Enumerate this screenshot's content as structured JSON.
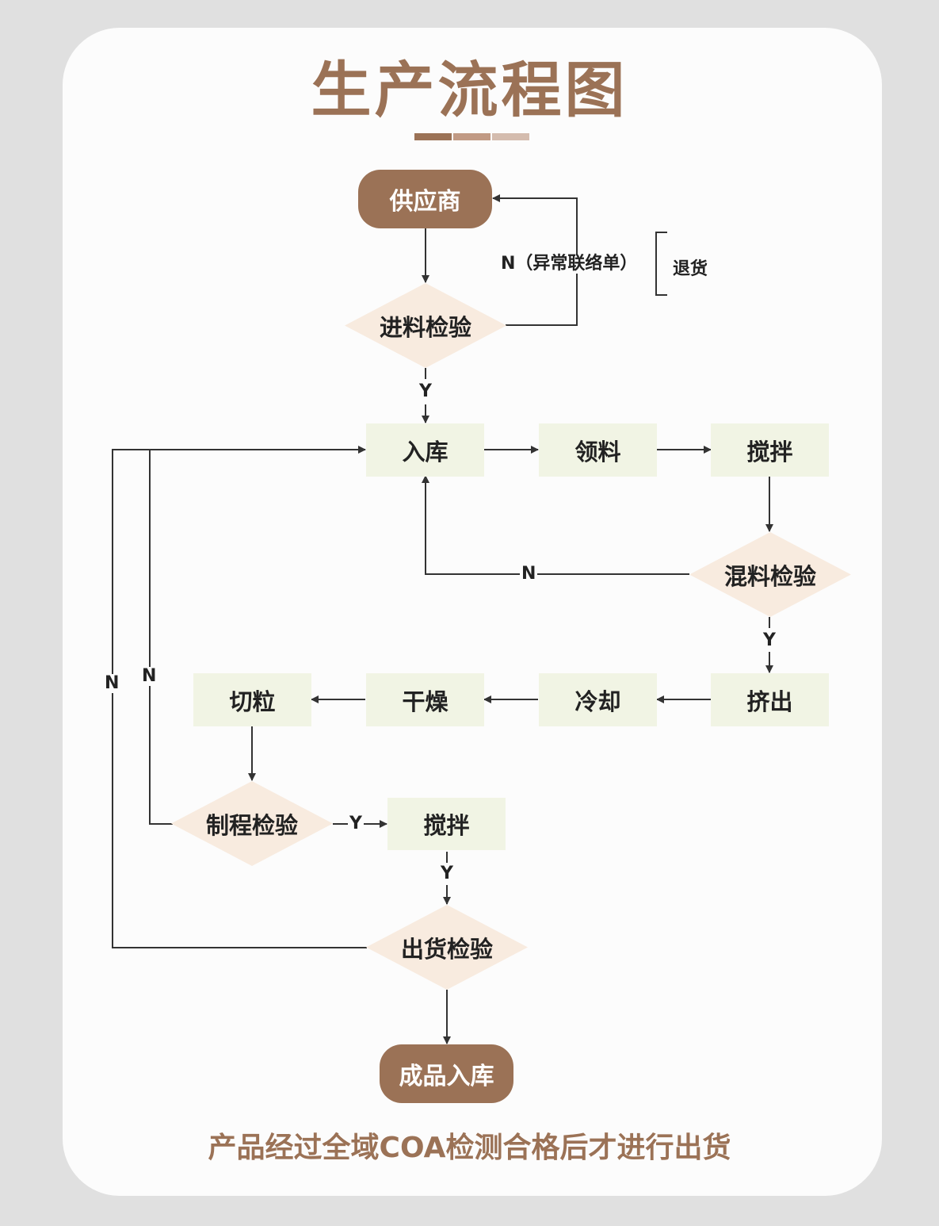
{
  "title": "生产流程图",
  "title_bar_colors": [
    "#9b7256",
    "#c19a84",
    "#d4bcae"
  ],
  "colors": {
    "terminal": "#9b7256",
    "process": "#f1f4e4",
    "decision": "#f8ebdf",
    "line": "#333333",
    "background": "#e0e0e0",
    "card": "#fcfcfc"
  },
  "nodes": {
    "supplier": "供应商",
    "incoming_inspection": "进料检验",
    "warehouse_in": "入库",
    "material_pick": "领料",
    "mixing_1": "搅拌",
    "mix_inspection": "混料检验",
    "extrusion": "挤出",
    "cooling": "冷却",
    "drying": "干燥",
    "pelletizing": "切粒",
    "process_inspection": "制程检验",
    "mixing_2": "搅拌",
    "shipping_inspection": "出货检验",
    "finished_goods_in": "成品入库"
  },
  "edge_labels": {
    "incoming_fail": "N（异常联络单）",
    "return_goods": "退货",
    "incoming_pass": "Y",
    "mix_fail": "N",
    "mix_pass": "Y",
    "process_fail": "N",
    "shipping_fail": "N",
    "process_pass": "Y",
    "mixing2_pass": "Y"
  },
  "footer": "产品经过全域COA检测合格后才进行出货"
}
